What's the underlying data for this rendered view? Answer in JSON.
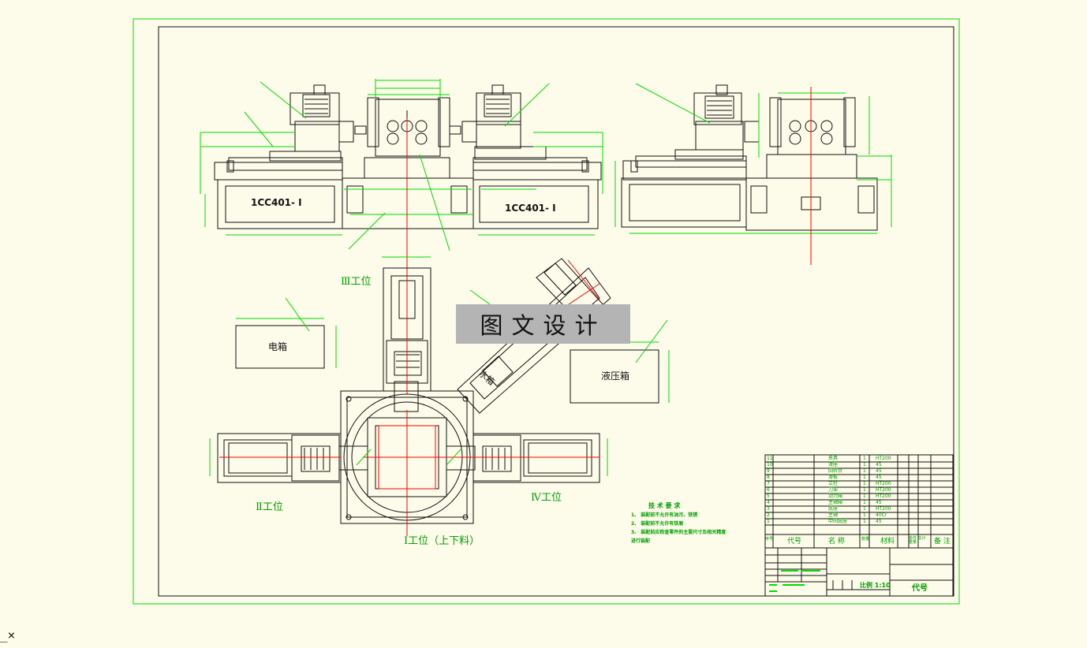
{
  "drawing": {
    "machine_label_left": "1CC401- Ⅰ",
    "machine_label_right": "1CC401- Ⅰ",
    "station_3": "Ⅲ工位",
    "station_2": "Ⅱ工位",
    "station_4": "Ⅳ工位",
    "station_1": "Ⅰ工位（上下料）",
    "electric_box": "电箱",
    "hydraulic_box": "液压箱",
    "water_tank": "水箱",
    "watermark": "图文设计"
  },
  "notes": {
    "title": "技 术 要 求",
    "lines": [
      "1、 装配前不允许有油污、铁锈",
      "2、 装配前不允许有铁屑",
      "3、 装配前应检查零件的主要尺寸及相关精度",
      "进行装配"
    ]
  },
  "parts_table": {
    "rows": [
      {
        "no": "11",
        "name": "夹具",
        "qty": "1",
        "material": "HT200"
      },
      {
        "no": "10",
        "name": "滑座",
        "qty": "1",
        "material": "45"
      },
      {
        "no": "9",
        "name": "回转台",
        "qty": "1",
        "material": "45"
      },
      {
        "no": "8",
        "name": "滑板",
        "qty": "1",
        "material": "45"
      },
      {
        "no": "7",
        "name": "立柱",
        "qty": "1",
        "material": "HT200"
      },
      {
        "no": "6",
        "name": "刀架",
        "qty": "1",
        "material": "HT200"
      },
      {
        "no": "5",
        "name": "动力箱",
        "qty": "1",
        "material": "HT200"
      },
      {
        "no": "4",
        "name": "主轴箱",
        "qty": "1",
        "material": "45"
      },
      {
        "no": "3",
        "name": "底座",
        "qty": "1",
        "material": "HT200"
      },
      {
        "no": "2",
        "name": "主轴",
        "qty": "1",
        "material": "40Cr"
      },
      {
        "no": "1",
        "name": "中间底座",
        "qty": "1",
        "material": "45"
      }
    ],
    "header": {
      "no": "序号",
      "code": "代号",
      "name": "名 称",
      "qty": "数量",
      "material": "材料",
      "weight": "单件 总计重量",
      "remark": "备 注"
    }
  },
  "title_block": {
    "scale": "比例 1:10",
    "code": "代号"
  },
  "ucs": "_×",
  "colors": {
    "background": "#fdfbe9",
    "green": "#00dd00",
    "red": "#ff0000",
    "line": "#111111"
  }
}
